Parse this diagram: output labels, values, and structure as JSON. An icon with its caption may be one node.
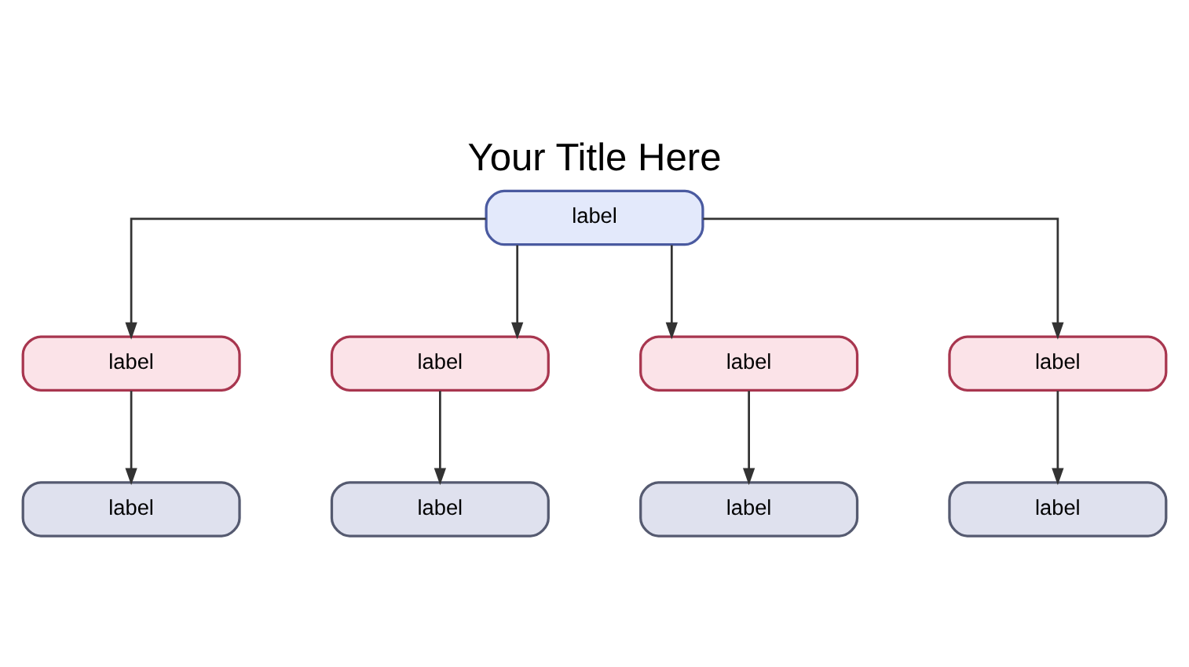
{
  "diagram": {
    "title": "Your Title Here",
    "nodes": [
      {
        "text": [
          "label"
        ]
      },
      {
        "text": [
          "label"
        ]
      },
      {
        "text": [
          "label"
        ]
      },
      {
        "text": [
          "label"
        ]
      },
      {
        "text": [
          "label"
        ]
      },
      {
        "text": [
          "label"
        ]
      },
      {
        "text": [
          "label"
        ]
      },
      {
        "text": [
          "label"
        ]
      },
      {
        "text": [
          "label"
        ]
      }
    ],
    "edges": [
      {
        "from": 0,
        "to": 1,
        "arrow": "to"
      },
      {
        "from": 0,
        "to": 2,
        "arrow": "to"
      },
      {
        "from": 0,
        "to": 3,
        "arrow": "to"
      },
      {
        "from": 0,
        "to": 4,
        "arrow": "to"
      },
      {
        "from": 1,
        "to": 5,
        "arrow": "to"
      },
      {
        "from": 2,
        "to": 6,
        "arrow": "to"
      },
      {
        "from": 3,
        "to": 7,
        "arrow": "to"
      },
      {
        "from": 4,
        "to": 8,
        "arrow": "to"
      }
    ]
  }
}
